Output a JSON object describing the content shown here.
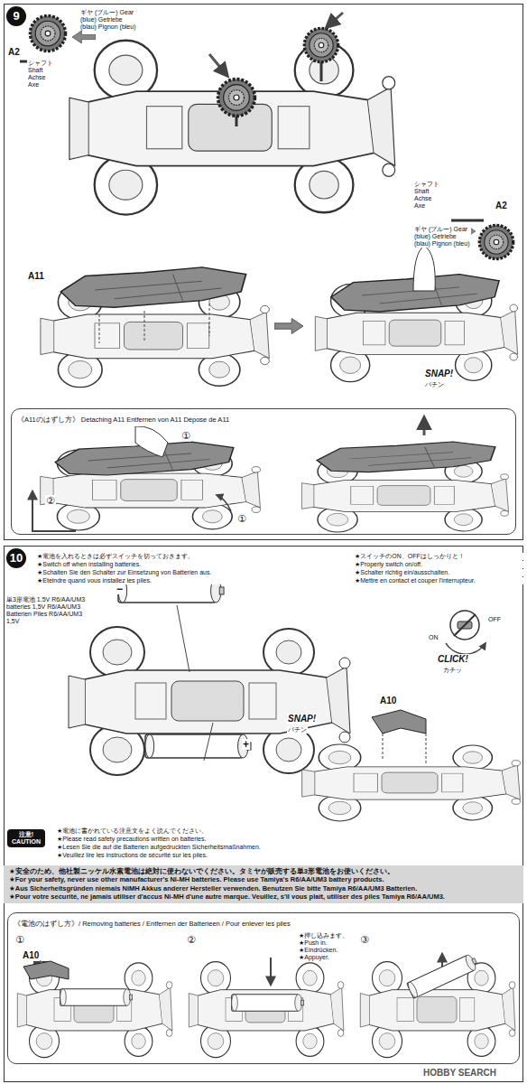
{
  "diagram": {
    "nodes": [
      {
        "text": [
          "9"
        ]
      },
      {
        "text": [
          "《A11のはずし方》 Detaching A11 Entfernen von A11 Dépose de A11"
        ],
        "in": 0
      },
      {
        "text": [
          "10"
        ]
      },
      {
        "text": [
          "注意! CAUTION"
        ],
        "in": 2
      },
      {
        "text": [
          "★安全のため、他社製ニッケル水素電池は絶対に使わないでください。タミヤが販売する単3形電池をお使いください。",
          "★For your safety, never use other manufacturer's Ni-MH batteries. Please use Tamiya's R6/AA/UM3 battery products.",
          "★Aus Sicherheitsgründen niemals NiMH Akkus anderer Hersteller verwenden. Benutzen Sie bitte Tamiya R6/AA/UM3 Batterien.",
          "★Pour votre securité, ne jamais utiliser d'accus Ni-MH d'une autre marque. Veuillez, s'il vous plait, utiliser des piles Tamiya R6/AA/UM3."
        ],
        "in": 2
      },
      {
        "text": [
          "《電池のはずし方》/ Removing batteries / Entfernen der Batterieen / Pour enlever les piles"
        ],
        "in": 2
      }
    ],
    "labels": [
      "ギヤ (ブルー) Gear (blue) Getriebe (blau) Pignon (bleu)",
      "A2",
      "シャフト Shaft Achse Axe",
      "シャフト Shaft Achse Axe",
      "A2",
      "ギヤ (ブルー) Gear (blue) Getriebe (blau) Pignon (bleu)",
      "A11",
      "SNAP!",
      "パチン",
      "①",
      "②",
      "①",
      "★電池を入れるときは必ずスイッチを切っておきます。",
      "★Switch off when installing batteries.",
      "★Schalten Sie den Schalter zur Einsetzung von Batterien aus.",
      "★Eteindre quand vous installez les piles.",
      "★スイッチのON、OFFはしっかりと！",
      "★Properly switch on/off.",
      "★Schalter richtig ein/ausschalten.",
      "★Mettre en contact et couper l'interrupteur.",
      "単3形電池 1.5V R6/AA/UM3 batteries 1,5V R6/AA/UM3 Batterien Piles R6/AA/UM3 1,5V",
      "−",
      "+",
      "OFF",
      "ON",
      "CLICK!",
      "カチッ",
      "A10",
      "SNAP!",
      "パチン",
      "★電池に書かれている注意文をよく読んでください。",
      "★Please read safety precautions written on batteries.",
      "★Lesen Sie die auf die Batterien aufgedruckten Sicherheitsmaßnahmen.",
      "★Veuillez lire les instructions de sécurité sur les piles.",
      "①",
      "A10",
      "②",
      "★押し込みます。 ★Push in. ★Eindrücken. ★Appuyer.",
      "③",
      "HOBBY SEARCH"
    ]
  }
}
